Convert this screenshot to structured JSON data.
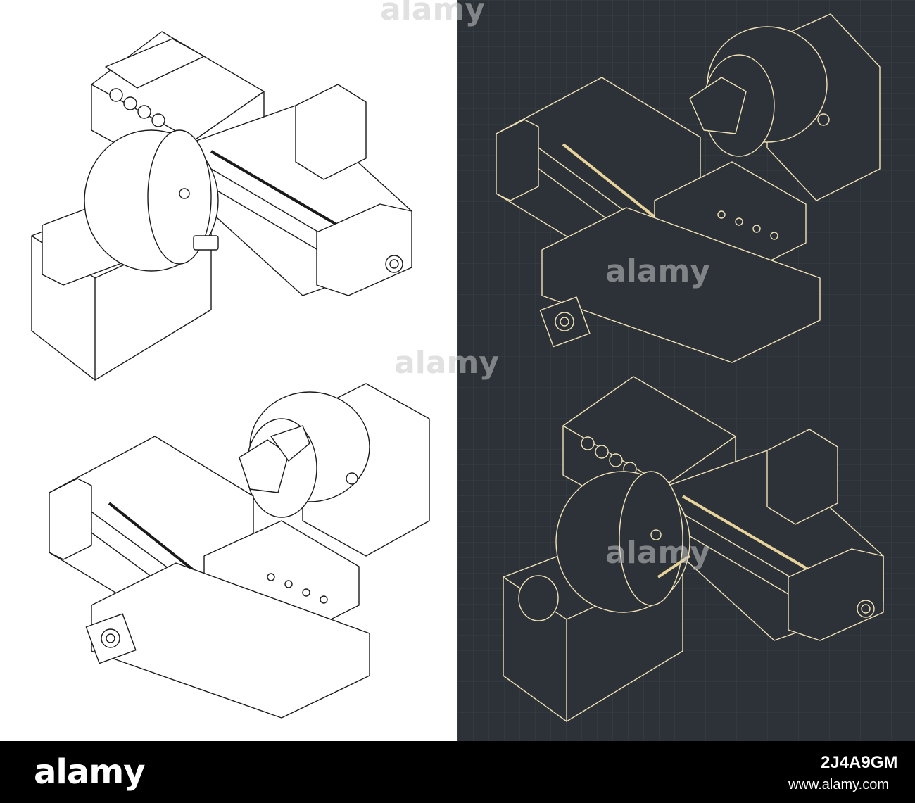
{
  "watermark": {
    "logo": "alamy",
    "stock_id": "2J4A9GM",
    "site": "www.alamy.com"
  },
  "colors": {
    "background_light": "#ffffff",
    "background_dark": "#2c3237",
    "line_light": "#1a1a1a",
    "line_dark": "#f2e2b8",
    "grid_dark": "#3a4147",
    "band": "#000000"
  },
  "drawings": [
    {
      "id": "top-left",
      "style": "light",
      "view": "iso-a"
    },
    {
      "id": "bottom-left",
      "style": "light",
      "view": "iso-b"
    },
    {
      "id": "top-right",
      "style": "dark",
      "view": "iso-b"
    },
    {
      "id": "bottom-right",
      "style": "dark",
      "view": "iso-a"
    }
  ]
}
